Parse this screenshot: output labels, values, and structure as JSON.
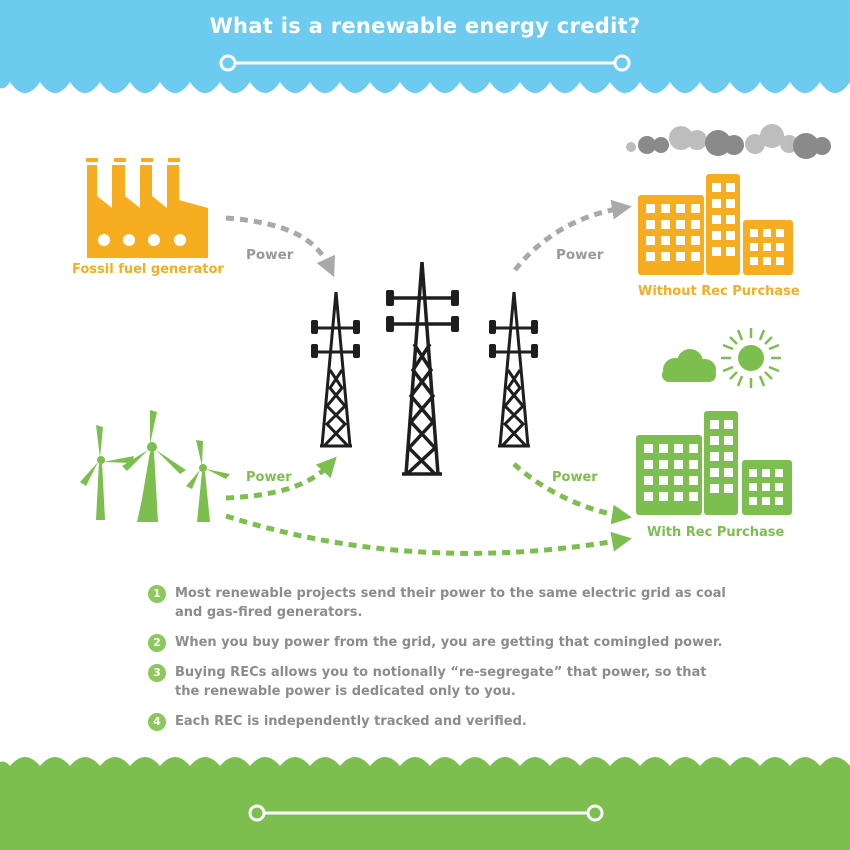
{
  "header": {
    "title": "What is a renewable energy credit?"
  },
  "labels": {
    "fossil": "Fossil fuel generator",
    "without": "Without Rec Purchase",
    "with": "With Rec Purchase",
    "power_fossil": "Power",
    "power_dirty_out": "Power",
    "power_wind": "Power",
    "power_green_out": "Power"
  },
  "steps": [
    {
      "num": "1",
      "text": "Most renewable projects send their power to the same electric grid as coal and gas-fired generators."
    },
    {
      "num": "2",
      "text": "When you buy power from the grid, you are getting that comingled power."
    },
    {
      "num": "3",
      "text": "Buying RECs allows you to notionally “re-segregate” that power, so that the renewable power is dedicated only to you."
    },
    {
      "num": "4",
      "text": "Each REC is independently tracked and verified."
    }
  ],
  "colors": {
    "sky": "#6dcbf0",
    "orange": "#f6ad1f",
    "green": "#7cbf4e",
    "gray_arrow": "#a9a9a9",
    "cloud_gray": "#8a8a8a",
    "tower": "#1e1e1e"
  }
}
